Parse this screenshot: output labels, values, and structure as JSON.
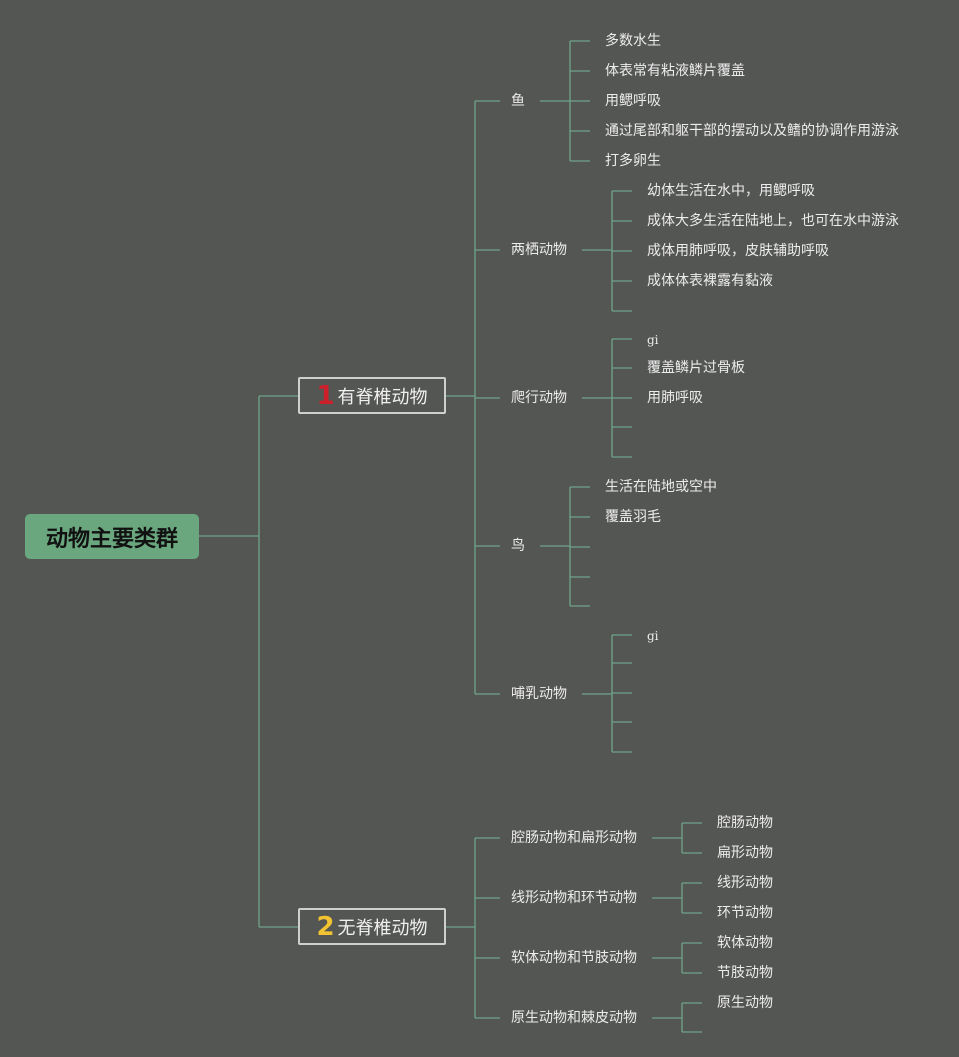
{
  "root": {
    "label": "动物主要类群"
  },
  "vertebrates": {
    "badge": "1",
    "badge_color": "#cc1f2a",
    "label": "有脊椎动物",
    "groups": [
      {
        "name": "鱼",
        "traits": [
          "多数水生",
          "体表常有粘液鳞片覆盖",
          "用鳃呼吸",
          "通过尾部和躯干部的摆动以及鳍的协调作用游泳",
          "打多卵生"
        ]
      },
      {
        "name": "两栖动物",
        "traits": [
          "幼体生活在水中，用鳃呼吸",
          "成体大多生活在陆地上，也可在水中游泳",
          "成体用肺呼吸，皮肤辅助呼吸",
          "成体体表裸露有黏液",
          ""
        ]
      },
      {
        "name": "爬行动物",
        "traits": [
          "gi",
          "覆盖鳞片过骨板",
          "用肺呼吸",
          "",
          ""
        ]
      },
      {
        "name": "鸟",
        "traits": [
          "生活在陆地或空中",
          "覆盖羽毛",
          "",
          "",
          ""
        ]
      },
      {
        "name": "哺乳动物",
        "traits": [
          "gi",
          "",
          "",
          "",
          ""
        ]
      }
    ]
  },
  "invertebrates": {
    "badge": "2",
    "badge_color": "#f1c232",
    "label": "无脊椎动物",
    "groups": [
      {
        "name": "腔肠动物和扁形动物",
        "items": [
          "腔肠动物",
          "扁形动物"
        ]
      },
      {
        "name": "线形动物和环节动物",
        "items": [
          "线形动物",
          "环节动物"
        ]
      },
      {
        "name": "软体动物和节肢动物",
        "items": [
          "软体动物",
          "节肢动物"
        ]
      },
      {
        "name": "原生动物和棘皮动物",
        "items": [
          "原生动物",
          ""
        ]
      }
    ]
  },
  "colors": {
    "background": "#545653",
    "line": "#6fa38a",
    "root_fill": "#6aa77e"
  }
}
